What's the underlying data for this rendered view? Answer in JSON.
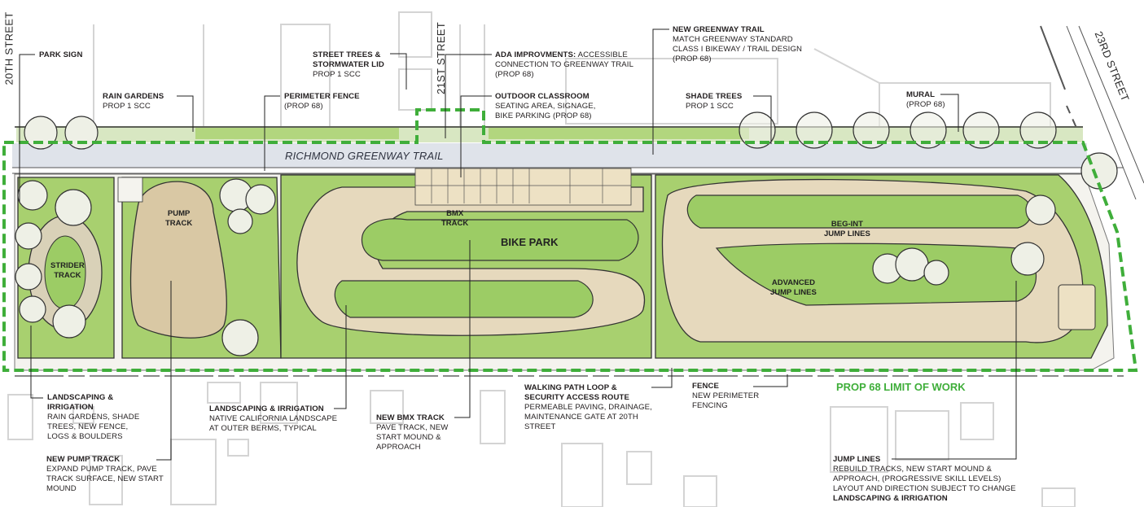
{
  "streets": {
    "street_20th": "20TH STREET",
    "street_21st": "21ST STREET",
    "street_23rd": "23RD STREET"
  },
  "trail_label": "RICHMOND GREENWAY TRAIL",
  "limit_of_work": "PROP 68 LIMIT OF WORK",
  "zones": {
    "strider": [
      "STRIDER",
      "TRACK"
    ],
    "pump": [
      "PUMP",
      "TRACK"
    ],
    "bmx": [
      "BMX",
      "TRACK"
    ],
    "bike_park": "BIKE PARK",
    "beg_int": [
      "BEG-INT",
      "JUMP LINES"
    ],
    "advanced": [
      "ADVANCED",
      "JUMP LINES"
    ]
  },
  "callouts": {
    "park_sign": {
      "title": "PARK SIGN"
    },
    "rain_gardens": {
      "title": "RAIN GARDENS",
      "desc": [
        "PROP 1 SCC"
      ]
    },
    "perimeter_fence": {
      "title": "PERIMETER FENCE",
      "desc": [
        "(PROP 68)"
      ]
    },
    "street_trees": {
      "title": [
        "STREET TREES &",
        "STORMWATER LID"
      ],
      "desc": [
        "PROP 1 SCC"
      ]
    },
    "ada": {
      "title": "ADA IMPROVMENTS:",
      "title_rest": " ACCESSIBLE",
      "desc": [
        "CONNECTION TO GREENWAY TRAIL",
        "(PROP 68)"
      ]
    },
    "outdoor_classroom": {
      "title": "OUTDOOR CLASSROOM",
      "desc": [
        "SEATING AREA, SIGNAGE,",
        "BIKE PARKING (PROP 68)"
      ]
    },
    "greenway_trail": {
      "title": "NEW GREENWAY TRAIL",
      "desc": [
        "MATCH GREENWAY STANDARD",
        "CLASS I BIKEWAY / TRAIL DESIGN",
        "(PROP 68)"
      ]
    },
    "shade_trees": {
      "title": "SHADE TREES",
      "desc": [
        "PROP 1 SCC"
      ]
    },
    "mural": {
      "title": "MURAL",
      "desc": [
        "(PROP 68)"
      ]
    },
    "landscaping_left": {
      "title": [
        "LANDSCAPING &",
        "IRRIGATION"
      ],
      "desc": [
        "RAIN GARDENS, SHADE",
        "TREES, NEW FENCE,",
        "LOGS & BOULDERS"
      ]
    },
    "pump_track": {
      "title": "NEW PUMP TRACK",
      "desc": [
        "EXPAND PUMP TRACK, PAVE",
        "TRACK SURFACE, NEW START",
        "MOUND"
      ]
    },
    "landscaping_mid": {
      "title": "LANDSCAPING & IRRIGATION",
      "desc": [
        "NATIVE CALIFORNIA LANDSCAPE",
        "AT OUTER BERMS, TYPICAL"
      ]
    },
    "bmx_track": {
      "title": "NEW BMX TRACK",
      "desc": [
        "PAVE TRACK, NEW",
        "START MOUND &",
        "APPROACH"
      ]
    },
    "walking_path": {
      "title": [
        "WALKING PATH LOOP &",
        "SECURITY ACCESS ROUTE"
      ],
      "desc": [
        "PERMEABLE PAVING, DRAINAGE,",
        "MAINTENANCE GATE AT 20TH",
        "STREET"
      ]
    },
    "fence": {
      "title": "FENCE",
      "desc": [
        "NEW PERIMETER",
        "FENCING"
      ]
    },
    "jump_lines": {
      "title": "JUMP LINES",
      "desc": [
        "REBUILD TRACKS, NEW START MOUND &",
        "APPROACH, (PROGRESSIVE SKILL LEVELS)",
        "LAYOUT AND DIRECTION SUBJECT TO CHANGE"
      ],
      "title2": "LANDSCAPING & IRRIGATION"
    }
  },
  "colors": {
    "limit_green": "#3fae3a",
    "lawn_green": "#9ccc65",
    "track_tan": "#e6d9bd",
    "trail_gray": "#dfe3ea",
    "ink": "#231f20",
    "building_gray": "#c8c8c8"
  }
}
